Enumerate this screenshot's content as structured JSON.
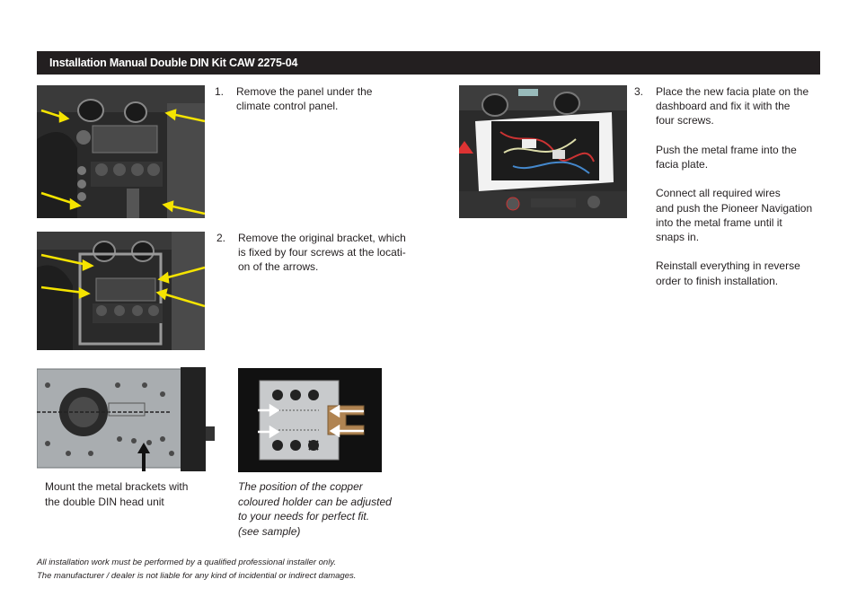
{
  "header": {
    "title": "Installation Manual Double DIN Kit CAW 2275-04"
  },
  "steps": [
    {
      "number": "1.",
      "lines": [
        "Remove the panel under the",
        "climate control panel."
      ]
    },
    {
      "number": "2.",
      "lines": [
        "Remove the original bracket, which",
        "is fixed by four screws at the locati-",
        "on of the arrows."
      ]
    },
    {
      "number": "3.",
      "paragraphs": [
        [
          "Place the new facia plate on the",
          "dashboard and fix it with the",
          "four screws."
        ],
        [
          "Push the metal frame into the",
          "facia plate."
        ],
        [
          "Connect all required wires",
          "and push the Pioneer Navigation",
          "into the metal frame until it",
          "snaps in."
        ],
        [
          "Reinstall everything in reverse",
          "order to finish installation."
        ]
      ]
    }
  ],
  "captions": {
    "head_unit": [
      "Mount the metal brackets with",
      "the double DIN head unit"
    ],
    "holder": [
      "The position of the copper",
      "coloured holder can be adjusted",
      "to your needs for perfect fit.",
      "(see sample)"
    ]
  },
  "footer": [
    "All installation work must be performed by a qualified professional installer only.",
    "The manufacturer / dealer is not liable for any kind of incidential or indirect damages."
  ],
  "colors": {
    "header_bg": "#231f20",
    "arrow_yellow": "#f5e400",
    "copper": "#b08452"
  }
}
